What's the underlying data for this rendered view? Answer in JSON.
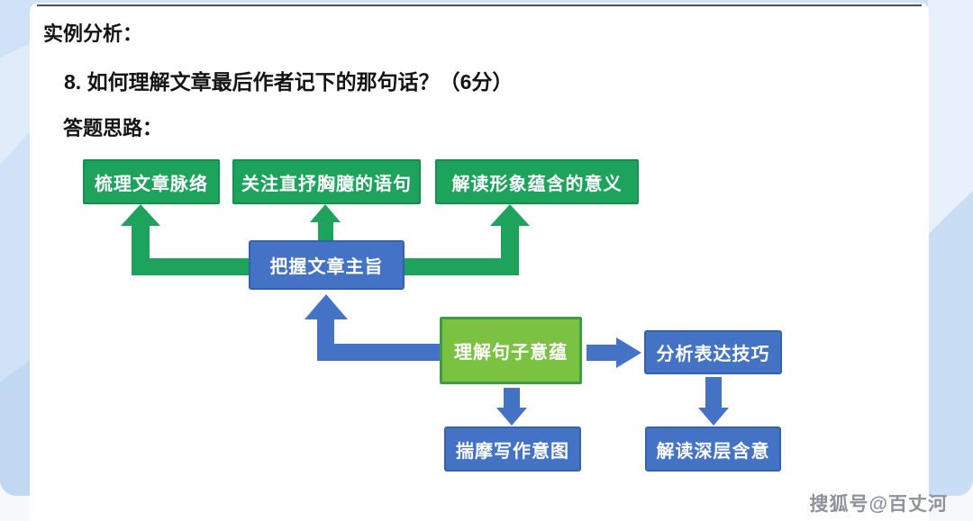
{
  "slide": {
    "section_label": "实例分析：",
    "question": "8. 如何理解文章最后作者记下的那句话？（6分）",
    "answer_path_label": "答题思路："
  },
  "flowchart": {
    "nodes": [
      {
        "id": "comb-article-structure",
        "label": "梳理文章脉络",
        "color": "green"
      },
      {
        "id": "attend-direct-expression",
        "label": "关注直抒胸臆的语句",
        "color": "green"
      },
      {
        "id": "interpret-image-meaning",
        "label": "解读形象蕴含的意义",
        "color": "green"
      },
      {
        "id": "grasp-main-theme",
        "label": "把握文章主旨",
        "color": "blue"
      },
      {
        "id": "understand-sentence-meaning",
        "label": "理解句子意蕴",
        "color": "light-green"
      },
      {
        "id": "analyze-expression-technique",
        "label": "分析表达技巧",
        "color": "blue"
      },
      {
        "id": "infer-writing-intent",
        "label": "揣摩写作意图",
        "color": "blue"
      },
      {
        "id": "interpret-deep-meaning",
        "label": "解读深层含意",
        "color": "blue"
      }
    ],
    "edges": [
      {
        "from": "把握文章主旨",
        "to": "梳理文章脉络",
        "color": "green"
      },
      {
        "from": "把握文章主旨",
        "to": "关注直抒胸臆的语句",
        "color": "green"
      },
      {
        "from": "把握文章主旨",
        "to": "解读形象蕴含的意义",
        "color": "green"
      },
      {
        "from": "理解句子意蕴",
        "to": "把握文章主旨",
        "color": "blue"
      },
      {
        "from": "理解句子意蕴",
        "to": "分析表达技巧",
        "color": "blue"
      },
      {
        "from": "理解句子意蕴",
        "to": "揣摩写作意图",
        "color": "blue"
      },
      {
        "from": "分析表达技巧",
        "to": "解读深层含意",
        "color": "blue"
      }
    ]
  },
  "colors": {
    "node_green": "#1ea35c",
    "node_green_border": "#13914f",
    "node_light_green": "#7cc242",
    "node_light_green_border": "#3f9c45",
    "node_blue": "#4472c4",
    "node_blue_border": "#3560ae",
    "background_blue": "#cfe2f7",
    "node_text": "#ffffff",
    "title_text": "#141414",
    "watermark_text": "#8d939b"
  },
  "footer": {
    "watermark": "搜狐号@百丈河"
  }
}
